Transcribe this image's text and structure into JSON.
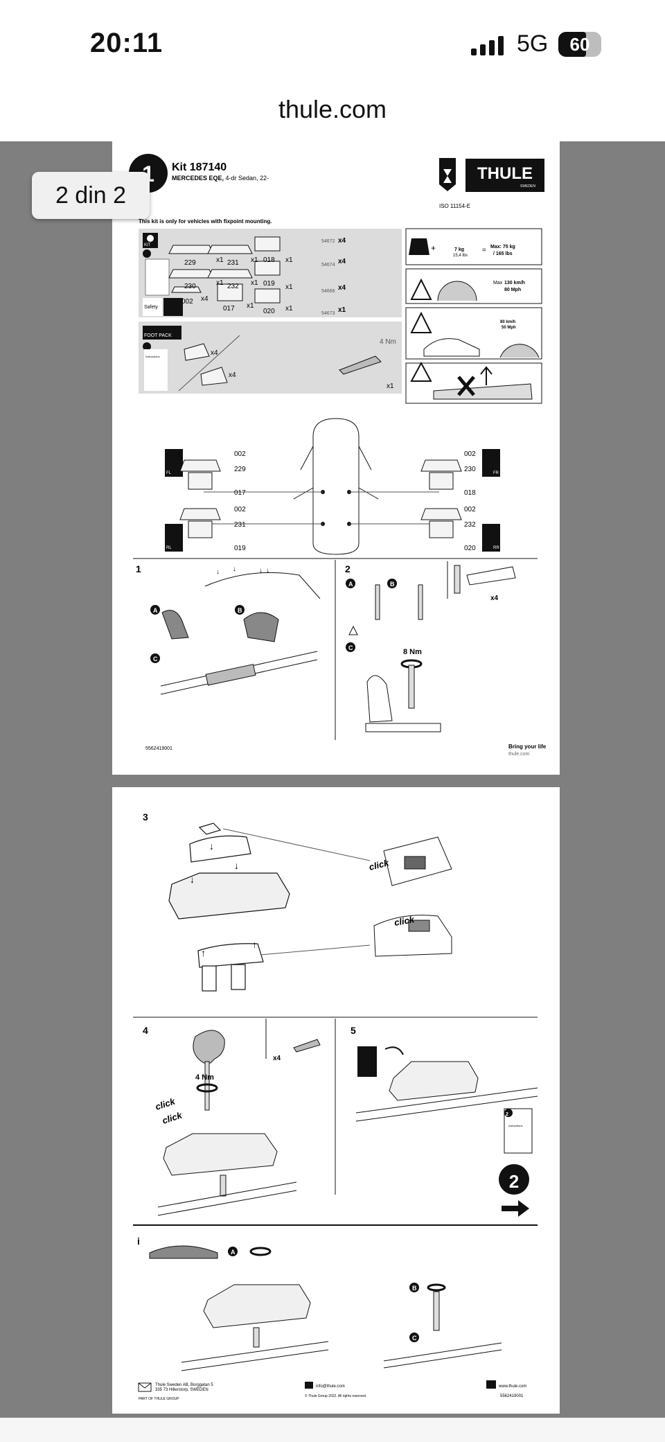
{
  "status": {
    "time": "20:11",
    "network": "5G",
    "battery": "60"
  },
  "browser": {
    "url": "thule.com",
    "page_indicator": "2 din 2"
  },
  "page1": {
    "step_number": "1",
    "kit_title": "Kit 187140",
    "vehicle_model": "MERCEDES EQE,",
    "vehicle_detail": " 4-dr Sedan, 22-",
    "brand": "THULE",
    "brand_sub": "SWEDEN",
    "iso": "ISO 11154-E",
    "notice": "This kit is only for vehicles with fixpoint mounting.",
    "kit_label": "KIT",
    "safety_label": "Safety",
    "foot_pack_label": "FOOT PACK",
    "instructions_label": "Instructions",
    "parts": [
      {
        "code": "229",
        "qty": "x1"
      },
      {
        "code": "231",
        "qty": "x1"
      },
      {
        "code": "018",
        "qty": "x1"
      },
      {
        "code": "230",
        "qty": "x1"
      },
      {
        "code": "232",
        "qty": "x1"
      },
      {
        "code": "019",
        "qty": "x1"
      },
      {
        "code": "002",
        "qty": "x4"
      },
      {
        "code": "017",
        "qty": "x1"
      },
      {
        "code": "020",
        "qty": "x1"
      }
    ],
    "hardware": [
      {
        "code": "54672",
        "qty": "x4"
      },
      {
        "code": "54674",
        "qty": "x4"
      },
      {
        "code": "54666",
        "qty": "x4"
      },
      {
        "code": "54673",
        "qty": "x1"
      }
    ],
    "foot_pack_qty": [
      "x4",
      "x4"
    ],
    "tool": {
      "torque": "4 Nm",
      "qty": "x1"
    },
    "load": {
      "weight_kg": "7 kg",
      "weight_lbs": "15,4 lbs",
      "max_kg": "Max: 75 kg",
      "max_lbs": "/ 165 lbs"
    },
    "speed": {
      "max_label": "Max",
      "kmh": "130 km/h",
      "mph": "80 Mph"
    },
    "curve_speed": {
      "kmh": "80 km/h",
      "mph": "50 Mph"
    },
    "positions": {
      "fl": "FL",
      "fr": "FR",
      "rl": "RL",
      "rr": "RR",
      "left": [
        "002",
        "229",
        "017",
        "002",
        "231",
        "019"
      ],
      "right": [
        "002",
        "230",
        "018",
        "002",
        "232",
        "020"
      ]
    },
    "steps": {
      "s1": "1",
      "s2": "2",
      "a": "A",
      "b": "B",
      "c": "C",
      "torque": "8 Nm",
      "qty": "x4"
    },
    "footer_code": "5562419001",
    "footer_slogan": "Bring your life",
    "footer_url": "thule.com"
  },
  "page2": {
    "step3": "3",
    "step4": "4",
    "step5": "5",
    "click": "click",
    "torque": "4 Nm",
    "qty": "x4",
    "next_step": "2",
    "instructions_label": "Instructions",
    "info": "i",
    "a": "A",
    "b": "B",
    "c": "C",
    "footer_address_1": "Thule Sweden AB, Borggatan 5",
    "footer_address_2": "335 73 Hillerstorp, SWEDEN",
    "footer_group": "PART OF THULE GROUP",
    "footer_email": "info@thule.com",
    "footer_copyright": "© Thule Group 2022. All rights reserved.",
    "footer_web": "www.thule.com",
    "footer_code": "5562419001"
  },
  "colors": {
    "viewer_bg": "#7f7f7f",
    "panel_gray": "#dcdcdc",
    "ink": "#111111"
  }
}
